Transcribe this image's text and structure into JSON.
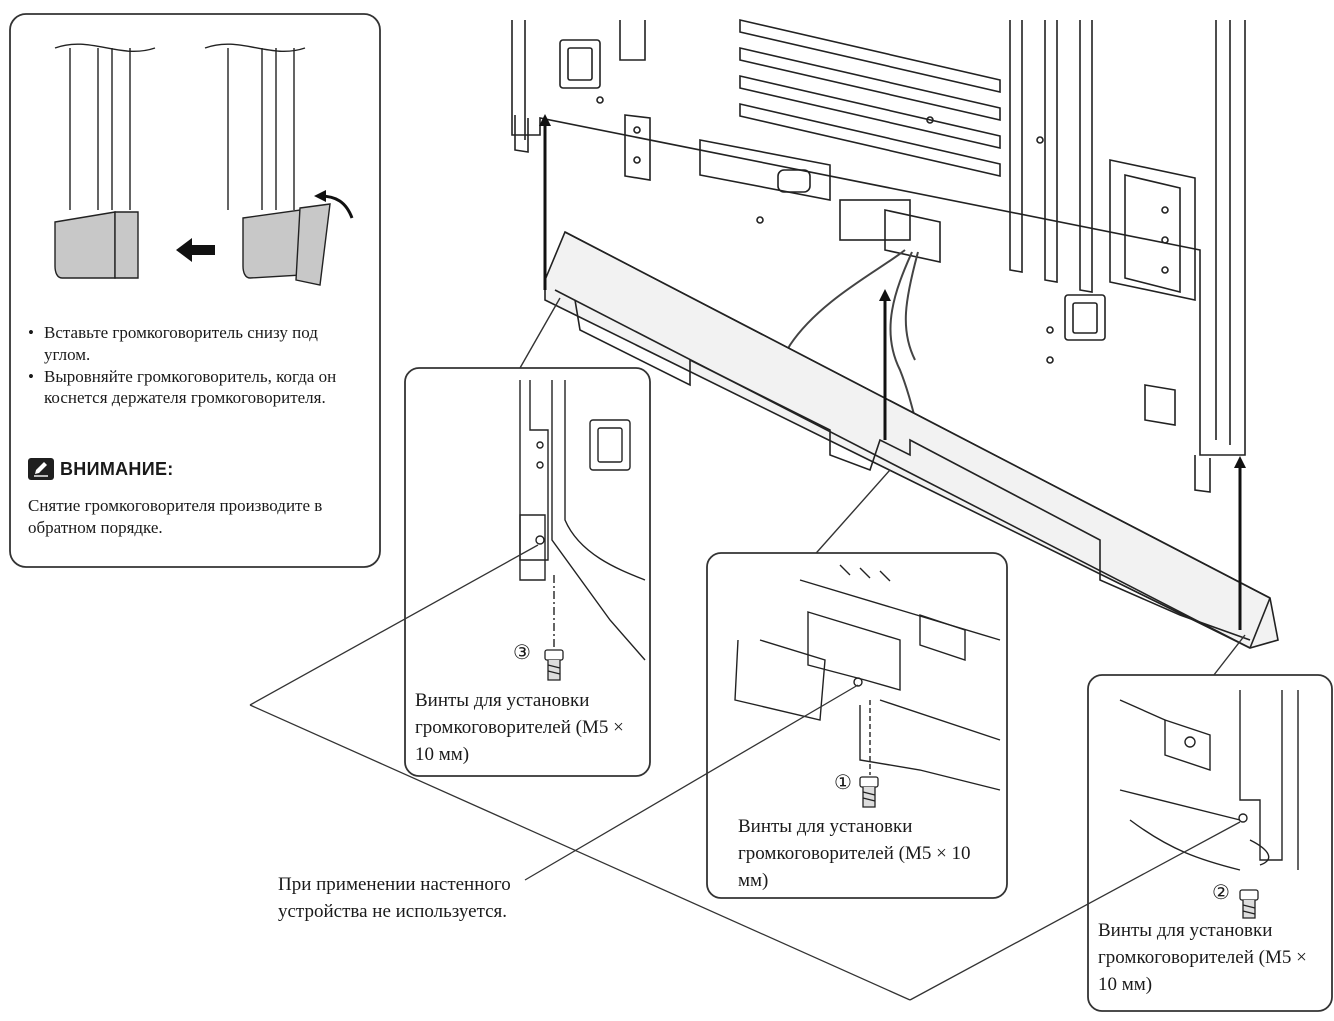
{
  "instructions": {
    "steps": [
      "Вставьте громкоговоритель снизу под углом.",
      "Выровняйте громкоговоритель, когда он коснется держателя громкоговорителя."
    ],
    "note_title": "ВНИМАНИЕ:",
    "note_text": "Снятие громкоговорителя производите в обратном порядке."
  },
  "callouts": {
    "screw_3": {
      "number": "③",
      "label": "Винты для установки громкоговорителей (M5 × 10 мм)"
    },
    "screw_1": {
      "number": "①",
      "label": "Винты для установки громкоговорителей (M5 × 10 мм)"
    },
    "screw_2": {
      "number": "②",
      "label": "Винты для установки громкоговорителей (M5 × 10 мм)"
    },
    "wall_note": "При применении настенного устройства не используется."
  },
  "icons": {
    "note": "pencil-note-icon",
    "direction": "arrow-left-icon",
    "tilt": "curved-arrow-icon"
  },
  "colors": {
    "ink": "#1a1a1a",
    "speaker_fill": "#c8c8c8",
    "panel_border": "#333333"
  }
}
